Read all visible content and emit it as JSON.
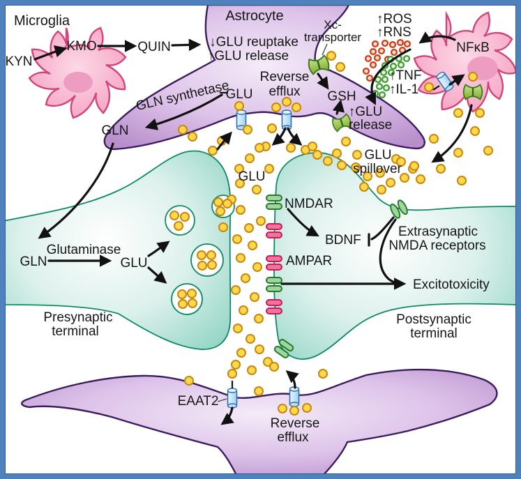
{
  "palette": {
    "frame_border": "#4f81bd",
    "astrocyte_fill": "#cda7da",
    "astrocyte_outline": "#3a1d5e",
    "microglia_fill": "#f8aec9",
    "microglia_outline": "#d2447c",
    "terminal_fill": "#8ed3c3",
    "terminal_outline": "#0c8a66",
    "glutamate_dot": "#ffd84d",
    "ros_rns_dot": "#cc3a1a",
    "cytokine_dot": "#3f9b35",
    "transporter_blue": "#b5dff5",
    "transporter_green": "#96c83c",
    "receptor_nmdar": "#9fd69b",
    "receptor_ampar": "#f2729a",
    "arrow": "#111111"
  },
  "labels": {
    "microglia": "Microglia",
    "kyn": "KYN",
    "kmo": "KMO",
    "quin": "QUIN",
    "astrocyte": "Astrocyte",
    "glu_reuptake": "↓GLU reuptake",
    "glu_release": "↑GLU release",
    "xc_line1": "Xc-",
    "xc_line2": "transporter",
    "ros": "↑ROS",
    "rns": "↑RNS",
    "nfkb": "NFκB",
    "tnf": "↑TNF",
    "il1": "↑IL-1",
    "glu_release_arm1": "↑GLU",
    "glu_release_arm2": "release",
    "gln_synthetase": "GLN synthetase",
    "glu_astro": "GLU",
    "reverse_top1": "Reverse",
    "reverse_top2": "efflux",
    "gsh": "GSH",
    "gln_astro": "GLN",
    "glu_spill1": "GLU",
    "glu_spill2": "spillover",
    "glu_cleft": "GLU",
    "nmdar": "NMDAR",
    "bdnf": "BDNF",
    "ampar": "AMPAR",
    "extrasyn1": "Extrasynaptic",
    "extrasyn2": "NMDA receptors",
    "excitotoxicity": "Excitotoxicity",
    "gln_presyn": "GLN",
    "glutaminase": "Glutaminase",
    "glu_presyn": "GLU",
    "presyn1": "Presynaptic",
    "presyn2": "terminal",
    "postsyn1": "Postsynaptic",
    "postsyn2": "terminal",
    "eaat2": "EAAT2",
    "reverse_bottom1": "Reverse",
    "reverse_bottom2": "efflux"
  }
}
